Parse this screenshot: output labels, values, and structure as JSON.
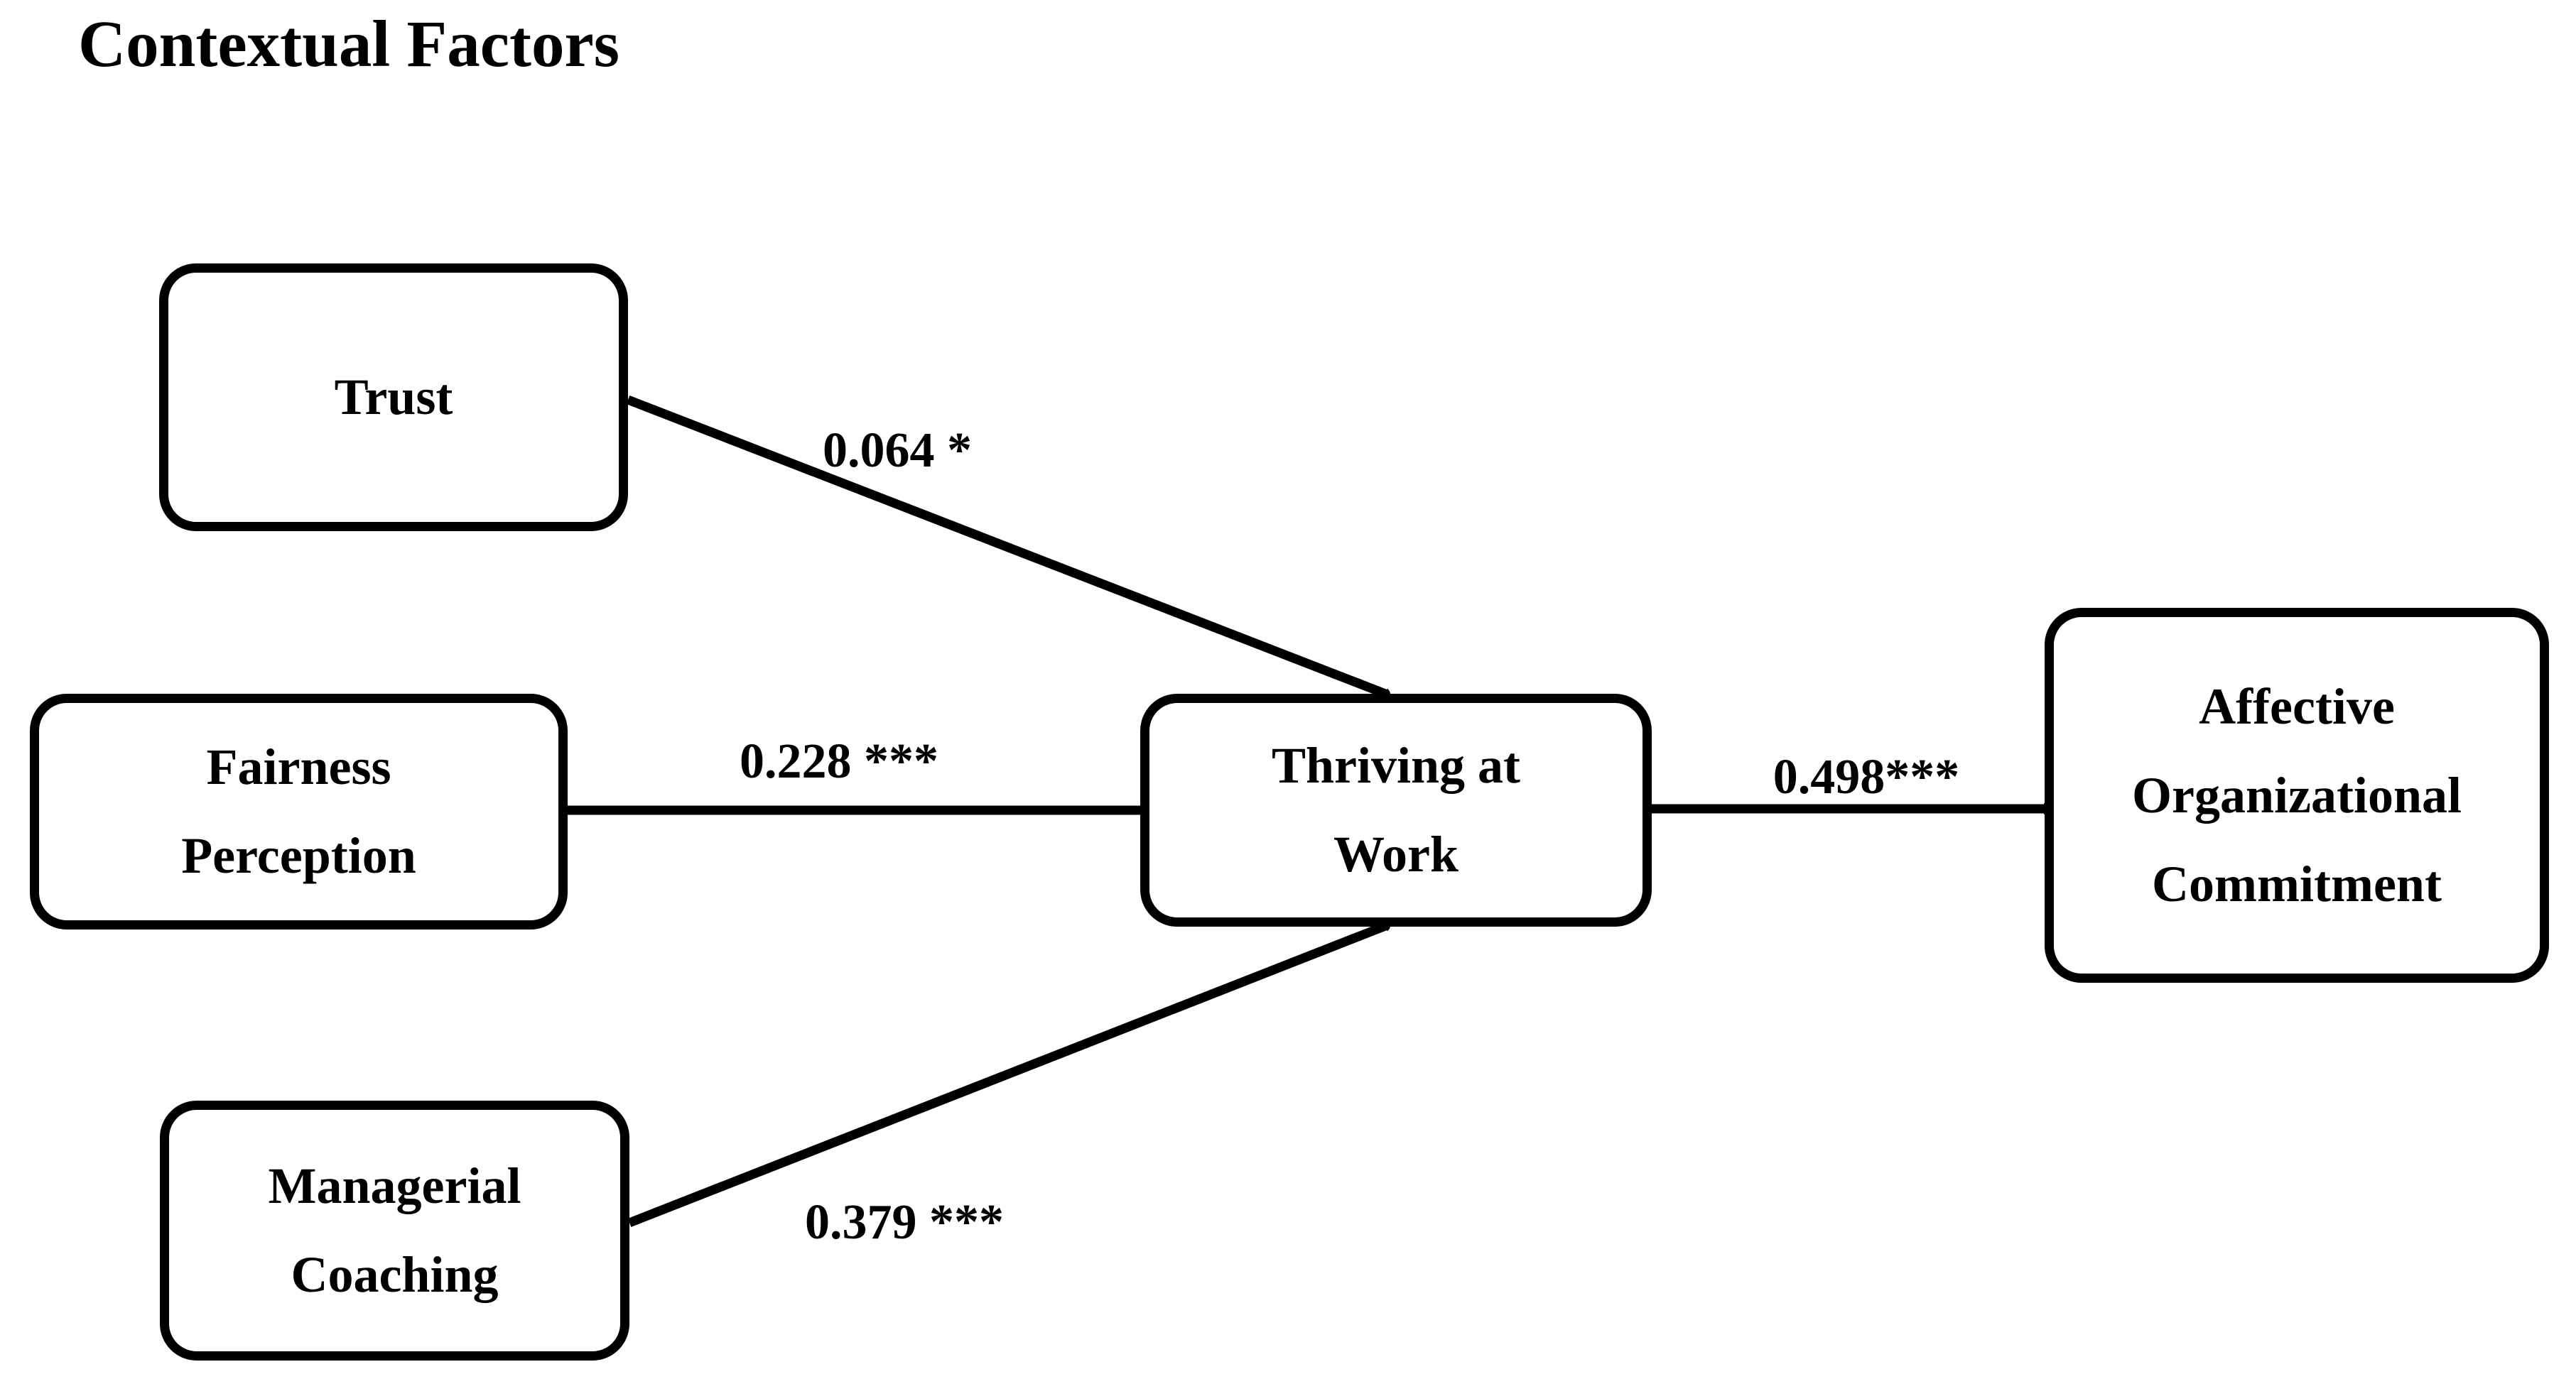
{
  "figure": {
    "title": "Contextual Factors",
    "colors": {
      "background": "#ffffff",
      "ink": "#000000"
    },
    "nodes": [
      {
        "id": "trust",
        "label": "Trust",
        "lines": [
          "Trust"
        ]
      },
      {
        "id": "fairness-perception",
        "label": "Fairness Perception",
        "lines": [
          "Fairness",
          "Perception"
        ]
      },
      {
        "id": "managerial-coaching",
        "label": "Managerial Coaching",
        "lines": [
          "Managerial",
          "Coaching"
        ]
      },
      {
        "id": "thriving-at-work",
        "label": "Thriving at Work",
        "lines": [
          "Thriving at",
          "Work"
        ]
      },
      {
        "id": "affective-organizational-commitment",
        "label": "Affective Organizational Commitment",
        "lines": [
          "Affective",
          "Organizational",
          "Commitment"
        ]
      }
    ],
    "edges": [
      {
        "from": "trust",
        "to": "thriving-at-work",
        "coefficient": "0.064 *"
      },
      {
        "from": "fairness-perception",
        "to": "thriving-at-work",
        "coefficient": "0.228 ***"
      },
      {
        "from": "managerial-coaching",
        "to": "thriving-at-work",
        "coefficient": "0.379 ***"
      },
      {
        "from": "thriving-at-work",
        "to": "affective-organizational-commitment",
        "coefficient": "0.498***"
      }
    ]
  }
}
